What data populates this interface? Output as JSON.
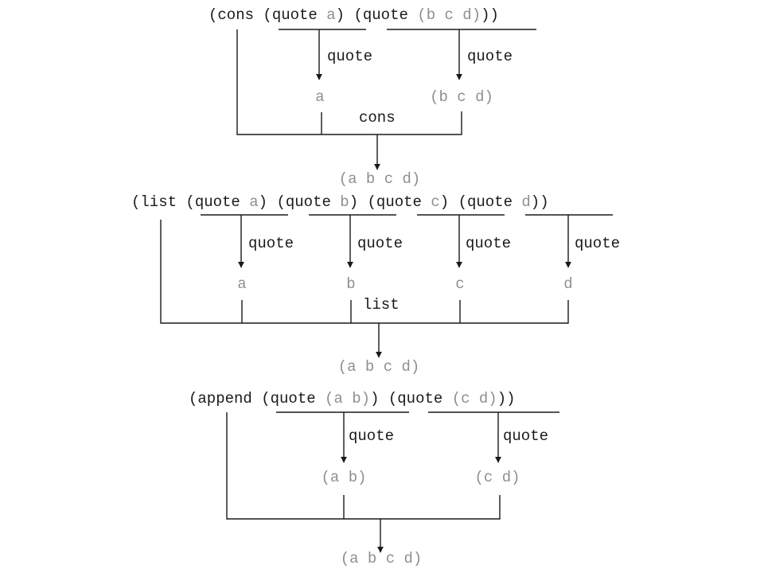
{
  "colors": {
    "ink": "#1a1a1a",
    "quoted": "#8f8f8f",
    "background": "#ffffff"
  },
  "diagrams": [
    {
      "id": "cons",
      "expression": [
        {
          "t": "(cons ",
          "q": false
        },
        {
          "t": "(quote ",
          "q": false
        },
        {
          "t": "a",
          "q": true
        },
        {
          "t": ")",
          "q": false
        },
        {
          "t": " ",
          "q": false
        },
        {
          "t": "(quote ",
          "q": false
        },
        {
          "t": "(b c d)",
          "q": true
        },
        {
          "t": "))",
          "q": false
        }
      ],
      "steps": [
        {
          "label": "quote",
          "result": "a"
        },
        {
          "label": "quote",
          "result": "(b c d)"
        }
      ],
      "function_label": "cons",
      "final_result": "(a b c d)"
    },
    {
      "id": "list",
      "expression": [
        {
          "t": "(list ",
          "q": false
        },
        {
          "t": "(quote ",
          "q": false
        },
        {
          "t": "a",
          "q": true
        },
        {
          "t": ")",
          "q": false
        },
        {
          "t": " ",
          "q": false
        },
        {
          "t": "(quote ",
          "q": false
        },
        {
          "t": "b",
          "q": true
        },
        {
          "t": ")",
          "q": false
        },
        {
          "t": " ",
          "q": false
        },
        {
          "t": "(quote ",
          "q": false
        },
        {
          "t": "c",
          "q": true
        },
        {
          "t": ")",
          "q": false
        },
        {
          "t": " ",
          "q": false
        },
        {
          "t": "(quote ",
          "q": false
        },
        {
          "t": "d",
          "q": true
        },
        {
          "t": "))",
          "q": false
        }
      ],
      "steps": [
        {
          "label": "quote",
          "result": "a"
        },
        {
          "label": "quote",
          "result": "b"
        },
        {
          "label": "quote",
          "result": "c"
        },
        {
          "label": "quote",
          "result": "d"
        }
      ],
      "function_label": "list",
      "final_result": "(a b c d)"
    },
    {
      "id": "append",
      "expression": [
        {
          "t": "(append ",
          "q": false
        },
        {
          "t": "(quote ",
          "q": false
        },
        {
          "t": "(a b)",
          "q": true
        },
        {
          "t": ")",
          "q": false
        },
        {
          "t": " ",
          "q": false
        },
        {
          "t": "(quote ",
          "q": false
        },
        {
          "t": "(c d)",
          "q": true
        },
        {
          "t": "))",
          "q": false
        }
      ],
      "steps": [
        {
          "label": "quote",
          "result": "(a b)"
        },
        {
          "label": "quote",
          "result": "(c d)"
        }
      ],
      "function_label": "",
      "final_result": "(a b c d)"
    }
  ]
}
